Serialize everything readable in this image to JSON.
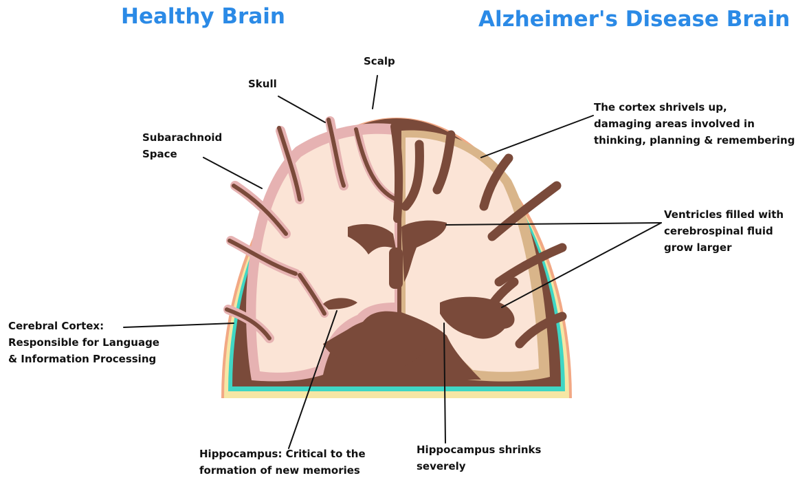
{
  "titles": {
    "healthy": "Healthy Brain",
    "alzheimers": "Alzheimer's Disease Brain"
  },
  "labels": {
    "scalp": "Scalp",
    "skull": "Skull",
    "subarachnoid": [
      "Subarachnoid",
      "Space"
    ],
    "cortex_shrivels": [
      "The cortex shrivels up,",
      "damaging areas involved in",
      "thinking, planning & remembering"
    ],
    "ventricles": [
      "Ventricles filled with",
      "cerebrospinal fluid",
      "grow larger"
    ],
    "cerebral_cortex": [
      "Cerebral Cortex:",
      "Responsible for Language",
      "& Information Processing"
    ],
    "hippocampus_healthy": [
      "Hippocampus: Critical to the",
      "formation of new memories"
    ],
    "hippocampus_shrinks": [
      "Hippocampus shrinks",
      "severely"
    ]
  },
  "colors": {
    "title": "#2b8ae6",
    "scalp": "#f2a884",
    "skull": "#f6e6a4",
    "subarachnoid_space": "#3fd6c4",
    "grey_matter": "#7a4a3a",
    "healthy_cortex": "#e6b2b2",
    "white_matter": "#fbe4d6",
    "atrophied_cortex": "#d9b58a"
  }
}
